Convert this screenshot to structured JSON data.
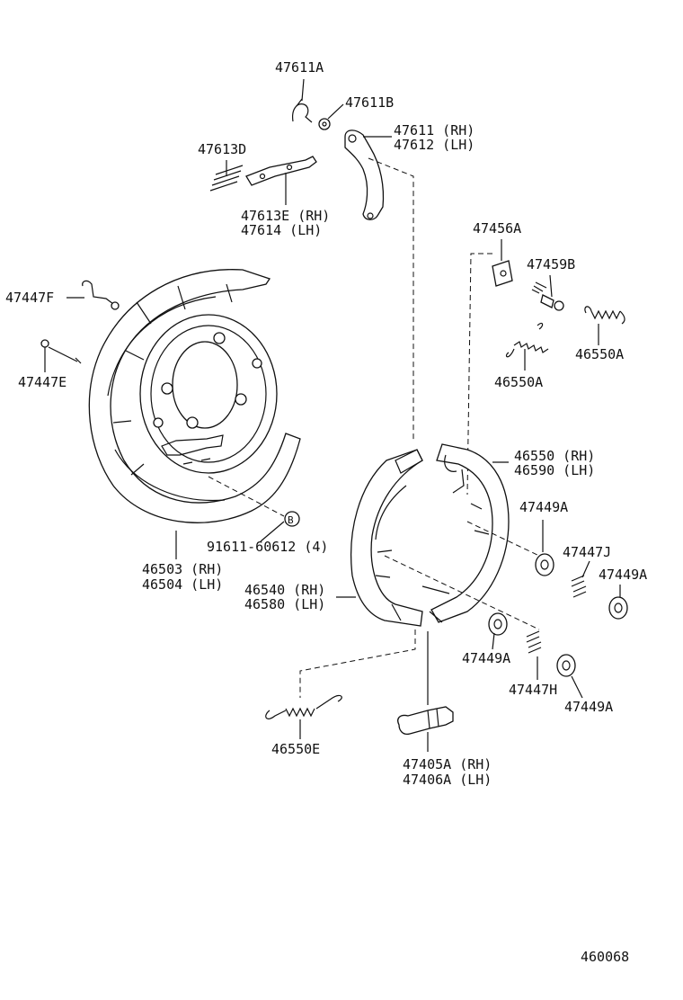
{
  "labels": {
    "p47611A": "47611A",
    "p47611B": "47611B",
    "p47611_rh": "47611 (RH)",
    "p47612_lh": "47612 (LH)",
    "p47613D": "47613D",
    "p47613E_rh": "47613E (RH)",
    "p47614_lh": "47614  (LH)",
    "p47447F": "47447F",
    "p47447E": "47447E",
    "p47456A": "47456A",
    "p47459B": "47459B",
    "p46550A_1": "46550A",
    "p46550A_2": "46550A",
    "p46550_rh": "46550 (RH)",
    "p46590_lh": "46590 (LH)",
    "p47449A_1": "47449A",
    "p47447J": "47447J",
    "p47449A_2": "47449A",
    "p91611": "91611-60612 (4)",
    "callout_b": "B",
    "p46503_rh": "46503 (RH)",
    "p46504_lh": "46504 (LH)",
    "p46540_rh": "46540 (RH)",
    "p46580_lh": "46580 (LH)",
    "p47449A_3": "47449A",
    "p47447H": "47447H",
    "p47449A_4": "47449A",
    "p46550E": "46550E",
    "p47405A_rh": "47405A (RH)",
    "p47406A_lh": "47406A (LH)",
    "diagram_no": "460068"
  }
}
